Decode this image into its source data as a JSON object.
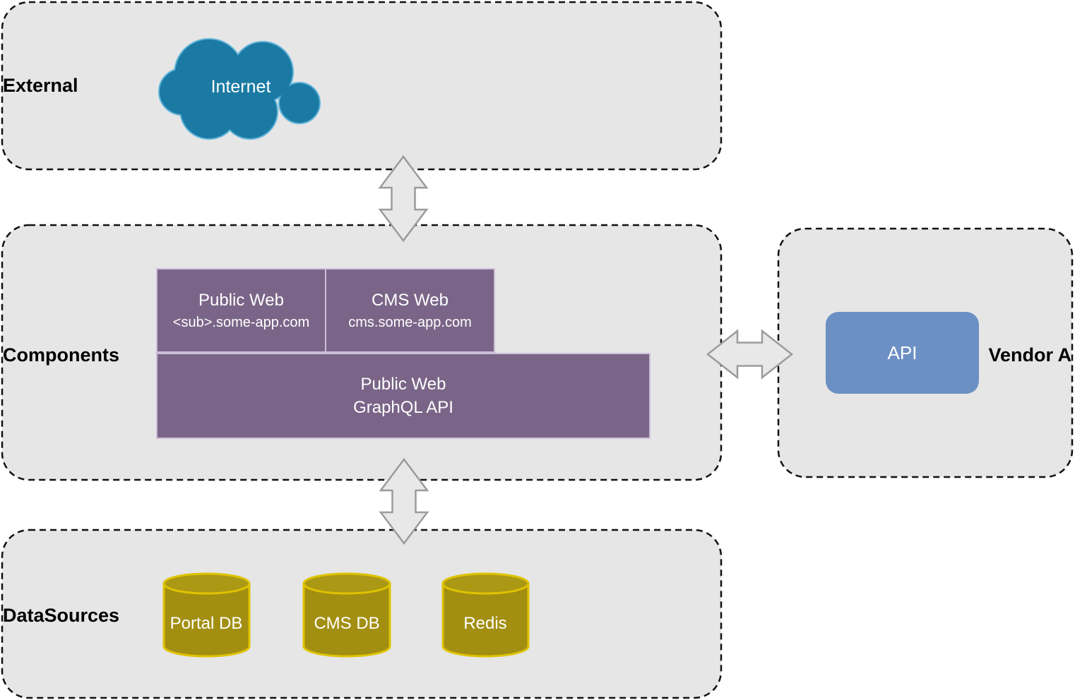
{
  "diagram": {
    "groups": {
      "external": {
        "label": "External"
      },
      "components": {
        "label": "Components"
      },
      "vendor_a": {
        "label": "Vendor A"
      },
      "datasources": {
        "label": "DataSources"
      }
    },
    "nodes": {
      "internet": {
        "label": "Internet"
      },
      "public_web": {
        "title": "Public Web",
        "subtitle": "<sub>.some-app.com"
      },
      "cms_web": {
        "title": "CMS Web",
        "subtitle": "cms.some-app.com"
      },
      "graphql_api": {
        "title": "Public Web",
        "subtitle": "GraphQL API"
      },
      "vendor_api": {
        "label": "API"
      },
      "databases": [
        {
          "label": "Portal DB"
        },
        {
          "label": "CMS DB"
        },
        {
          "label": "Redis"
        }
      ]
    },
    "icons": {
      "internet": "cloud-icon",
      "database": "database-cylinder-icon",
      "connection": "double-arrow-icon"
    },
    "colors": {
      "group_fill": "#e6e6e6",
      "group_border": "#111111",
      "component_fill": "#7a6588",
      "component_border": "#ccbdd9",
      "api_fill": "#6c90c4",
      "cloud_fill": "#1b7aa3",
      "cloud_border": "#5fb3d9",
      "database_fill": "#a28f11",
      "database_top_fill": "#ab9815",
      "database_border": "#dfc300",
      "arrow_fill": "#e8e8e8",
      "arrow_border": "#9b9b9b",
      "node_text": "#ffffff",
      "label_text": "#000000"
    }
  }
}
